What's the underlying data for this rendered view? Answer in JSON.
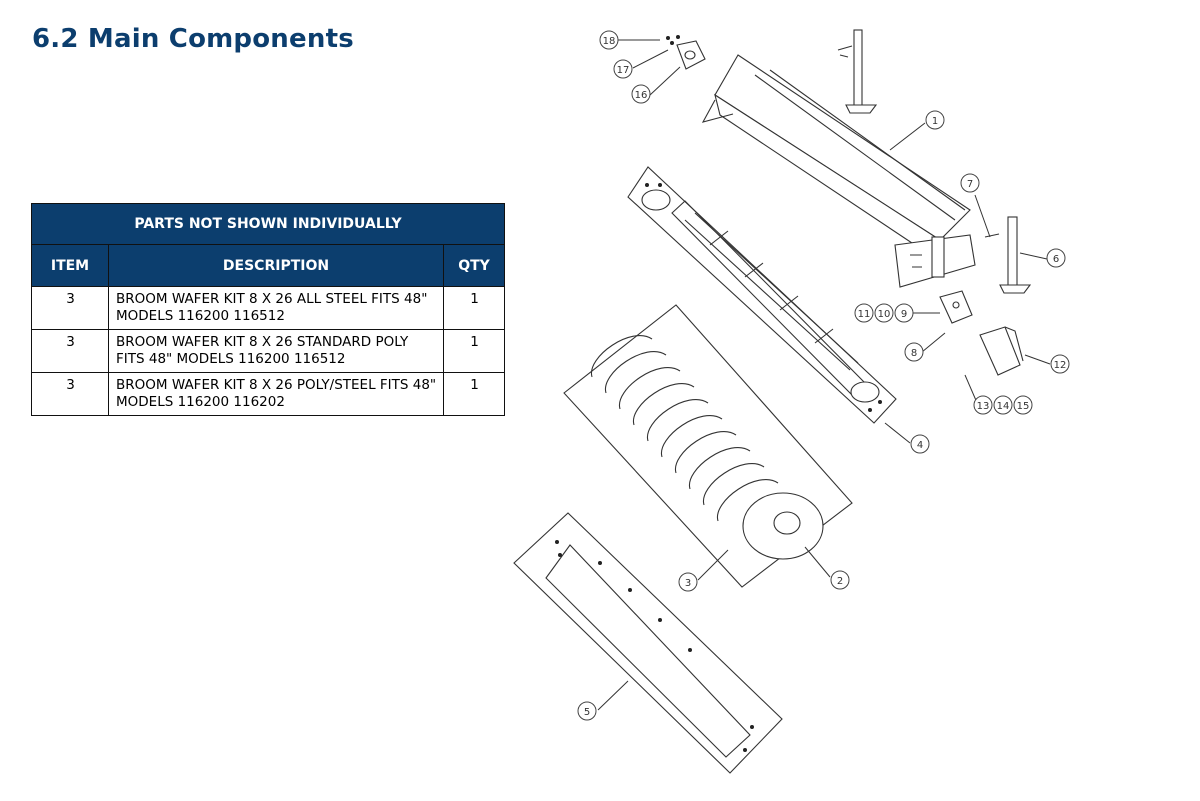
{
  "section": {
    "title": "6.2 Main Components"
  },
  "table": {
    "caption": "PARTS NOT SHOWN INDIVIDUALLY",
    "headers": [
      "ITEM",
      "DESCRIPTION",
      "QTY"
    ],
    "rows": [
      {
        "item": "3",
        "description": "BROOM WAFER KIT 8 X 26 ALL STEEL FITS 48\" MODELS 116200 116512",
        "qty": "1"
      },
      {
        "item": "3",
        "description": "BROOM WAFER KIT 8 X 26 STANDARD POLY FITS 48\" MODELS 116200 116512",
        "qty": "1"
      },
      {
        "item": "3",
        "description": "BROOM WAFER KIT 8 X 26 POLY/STEEL FITS 48\" MODELS 116200 116202",
        "qty": "1"
      }
    ]
  },
  "diagram": {
    "callouts": [
      "1",
      "2",
      "3",
      "4",
      "5",
      "6",
      "7",
      "8",
      "9",
      "10",
      "11",
      "12",
      "13",
      "14",
      "15",
      "16",
      "17",
      "18"
    ]
  }
}
